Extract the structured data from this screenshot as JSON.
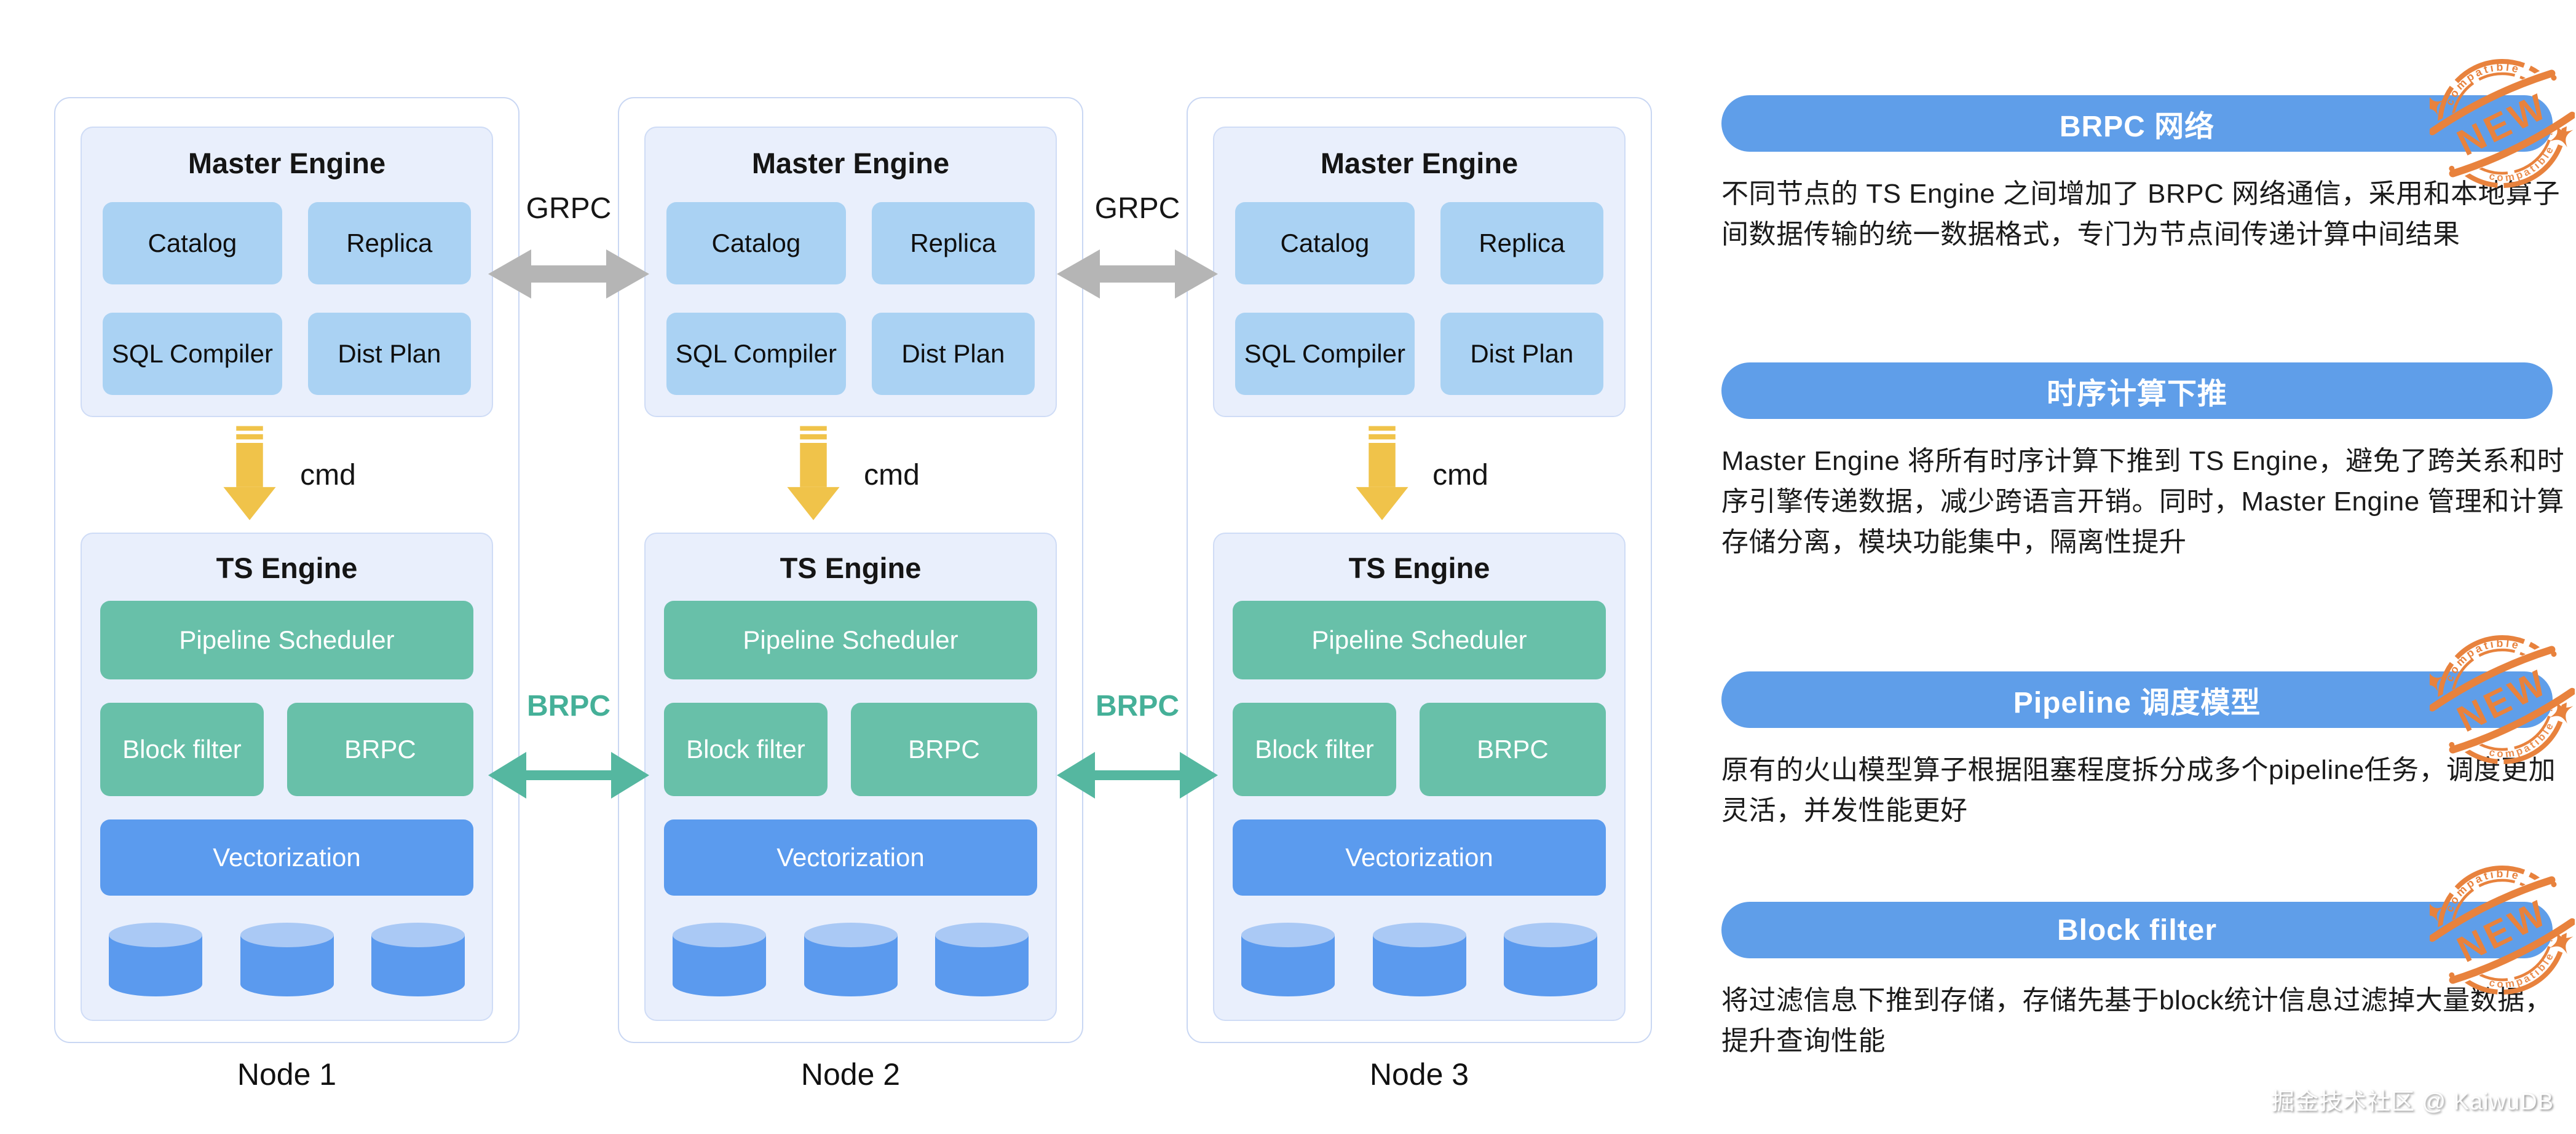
{
  "nodes": [
    {
      "label": "Node 1",
      "cmd_label": "cmd",
      "master": {
        "title": "Master Engine",
        "chips": [
          "Catalog",
          "Replica",
          "SQL Compiler",
          "Dist Plan"
        ]
      },
      "ts": {
        "title": "TS Engine",
        "scheduler": "Pipeline Scheduler",
        "chips": [
          "Block filter",
          "BRPC"
        ],
        "vectorization": "Vectorization"
      }
    },
    {
      "label": "Node 2",
      "cmd_label": "cmd",
      "master": {
        "title": "Master Engine",
        "chips": [
          "Catalog",
          "Replica",
          "SQL Compiler",
          "Dist Plan"
        ]
      },
      "ts": {
        "title": "TS Engine",
        "scheduler": "Pipeline Scheduler",
        "chips": [
          "Block filter",
          "BRPC"
        ],
        "vectorization": "Vectorization"
      }
    },
    {
      "label": "Node 3",
      "cmd_label": "cmd",
      "master": {
        "title": "Master Engine",
        "chips": [
          "Catalog",
          "Replica",
          "SQL Compiler",
          "Dist Plan"
        ]
      },
      "ts": {
        "title": "TS Engine",
        "scheduler": "Pipeline Scheduler",
        "chips": [
          "Block filter",
          "BRPC"
        ],
        "vectorization": "Vectorization"
      }
    }
  ],
  "connectors": {
    "grpc_label": "GRPC",
    "brpc_label": "BRPC"
  },
  "panels": [
    {
      "title": "BRPC 网络",
      "new_badge": true,
      "body": "不同节点的 TS Engine 之间增加了 BRPC 网络通信，采用和本地算子间数据传输的统一数据格式，专门为节点间传递计算中间结果"
    },
    {
      "title": "时序计算下推",
      "new_badge": false,
      "body": "Master Engine 将所有时序计算下推到 TS Engine，避免了跨关系和时序引擎传递数据，减少跨语言开销。同时，Master Engine 管理和计算存储分离，模块功能集中，隔离性提升"
    },
    {
      "title": "Pipeline 调度模型",
      "new_badge": true,
      "body": "原有的火山模型算子根据阻塞程度拆分成多个pipeline任务，调度更加灵活，并发性能更好"
    },
    {
      "title": "Block filter",
      "new_badge": true,
      "body": "将过滤信息下推到存储，存储先基于block统计信息过滤掉大量数据，提升查询性能"
    }
  ],
  "badge": {
    "label": "NEW",
    "ring_text": "compatible"
  },
  "watermark": "掘金技术社区 @ KaiwuDB",
  "colors": {
    "banner_blue": "#5f9ee9",
    "chip_light_blue": "#aad2f3",
    "chip_teal": "#68c0a9",
    "vectorization_blue": "#5b9bee",
    "cylinder_blue": "#5b9aee",
    "cylinder_top": "#aac9f5",
    "grpc_arrow_gray": "#b5b5b5",
    "brpc_teal": "#55b7a0",
    "cmd_yellow": "#f0c34a",
    "stamp_orange": "#e8823d",
    "engine_bg": "#e9effc",
    "node_border": "#c9d7f3"
  }
}
